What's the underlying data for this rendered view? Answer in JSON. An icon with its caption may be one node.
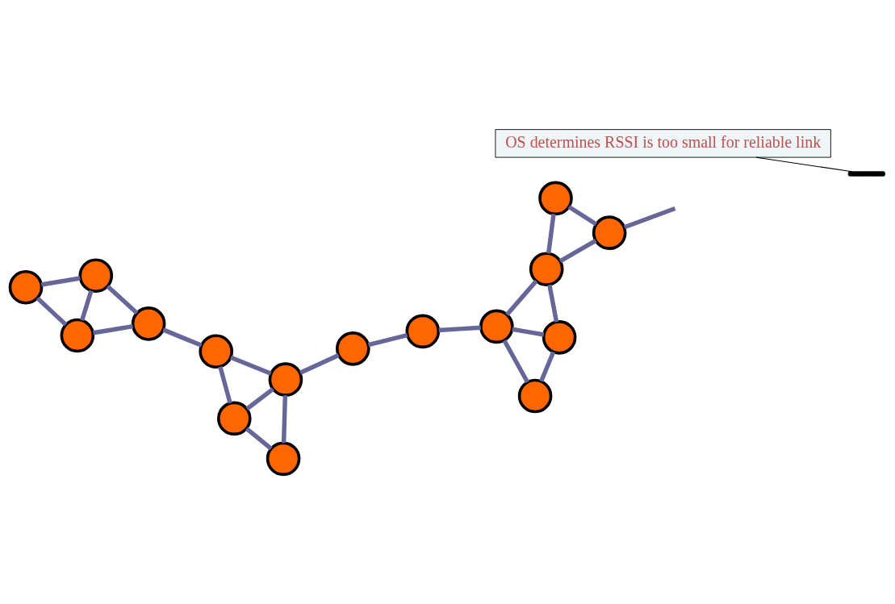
{
  "diagram": {
    "nodes": [
      {
        "text": [
          "OS determines RSSI is too small for reliable link"
        ]
      },
      {
        "text": [],
        "shape": "circle"
      },
      {
        "text": [],
        "shape": "circle"
      },
      {
        "text": [],
        "shape": "circle"
      },
      {
        "text": [],
        "shape": "circle"
      },
      {
        "text": [],
        "shape": "circle"
      },
      {
        "text": [],
        "shape": "circle"
      },
      {
        "text": [],
        "shape": "circle"
      },
      {
        "text": [],
        "shape": "circle"
      },
      {
        "text": [],
        "shape": "circle"
      },
      {
        "text": [],
        "shape": "circle"
      },
      {
        "text": [],
        "shape": "circle"
      },
      {
        "text": [],
        "shape": "circle"
      },
      {
        "text": [],
        "shape": "circle"
      },
      {
        "text": [],
        "shape": "circle"
      },
      {
        "text": [],
        "shape": "circle"
      },
      {
        "text": [],
        "shape": "circle"
      },
      {
        "text": [],
        "shape": "arc"
      }
    ],
    "edges": [
      {
        "from": 0,
        "to": 17,
        "arrow": "none",
        "color": "#000000"
      },
      {
        "from": 1,
        "to": 2,
        "arrow": "none"
      },
      {
        "from": 1,
        "to": 3,
        "arrow": "none"
      },
      {
        "from": 2,
        "to": 3,
        "arrow": "none"
      },
      {
        "from": 2,
        "to": 4,
        "arrow": "none"
      },
      {
        "from": 3,
        "to": 4,
        "arrow": "none"
      },
      {
        "from": 4,
        "to": 5,
        "arrow": "none"
      },
      {
        "from": 5,
        "to": 6,
        "arrow": "none"
      },
      {
        "from": 5,
        "to": 7,
        "arrow": "none"
      },
      {
        "from": 7,
        "to": 6,
        "arrow": "none"
      },
      {
        "from": 7,
        "to": 8,
        "arrow": "none"
      },
      {
        "from": 8,
        "to": 6,
        "arrow": "none"
      },
      {
        "from": 6,
        "to": 9,
        "arrow": "none"
      },
      {
        "from": 9,
        "to": 10,
        "arrow": "none"
      },
      {
        "from": 10,
        "to": 11,
        "arrow": "none"
      },
      {
        "from": 11,
        "to": 14,
        "arrow": "none"
      },
      {
        "from": 11,
        "to": 12,
        "arrow": "none"
      },
      {
        "from": 11,
        "to": 13,
        "arrow": "none"
      },
      {
        "from": 13,
        "to": 12,
        "arrow": "none"
      },
      {
        "from": 12,
        "to": 14,
        "arrow": "none"
      },
      {
        "from": 14,
        "to": 15,
        "arrow": "none"
      },
      {
        "from": 15,
        "to": 16,
        "arrow": "none"
      },
      {
        "from": 14,
        "to": 16,
        "arrow": "none"
      },
      {
        "from": 16,
        "to": null,
        "arrow": "none"
      }
    ]
  }
}
